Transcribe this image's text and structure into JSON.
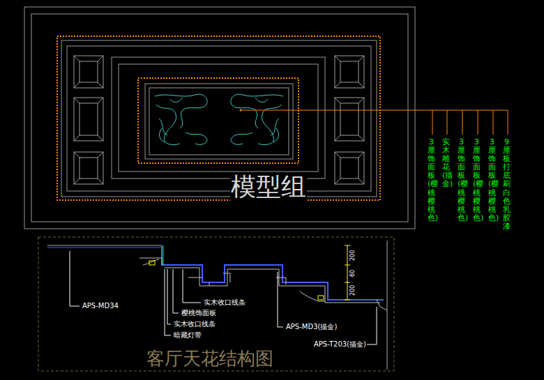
{
  "diagram": {
    "title": "客厅天花结构图",
    "labels": [
      "模型组",
      "3厘饰面板(樱桃樱桃色)",
      "实木雕花(描金)",
      "3厘饰面板(樱桃樱桃色)",
      "3厘饰面板(樱桃樱桃色)",
      "3厘饰面板(樱桃樱桃色)",
      "9厘板打底刷白色乳胶漆",
      "200",
      "60",
      "200",
      "APS-MD34",
      "实木收口线条",
      "樱桃饰面板",
      "实木收口线条",
      "暗藏灯带",
      "APS-MD3(描金)",
      "APS-T203(描金)"
    ]
  }
}
